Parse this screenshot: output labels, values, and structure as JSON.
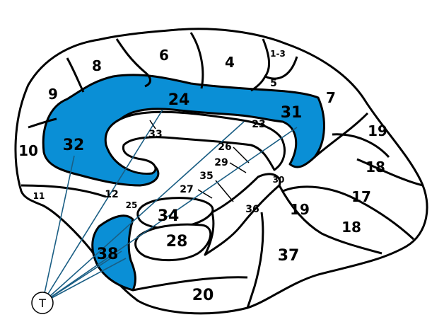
{
  "colors": {
    "highlight": "#0a8fd6",
    "outline": "#000000",
    "leader": "#1a5e84",
    "background": "#ffffff"
  },
  "areas": {
    "a1_3": "1-3",
    "a4": "4",
    "a5": "5",
    "a6": "6",
    "a7": "7",
    "a8": "8",
    "a9": "9",
    "a10": "10",
    "a11": "11",
    "a12": "12",
    "a17": "17",
    "a18a": "18",
    "a18b": "18",
    "a19a": "19",
    "a19b": "19",
    "a20": "20",
    "a23": "23",
    "a24": "24",
    "a25": "25",
    "a26": "26",
    "a27": "27",
    "a28": "28",
    "a29": "29",
    "a30": "30",
    "a31": "31",
    "a32": "32",
    "a33": "33",
    "a34": "34",
    "a35": "35",
    "a36": "36",
    "a37": "37",
    "a38": "38"
  },
  "marker": {
    "label": "T"
  }
}
